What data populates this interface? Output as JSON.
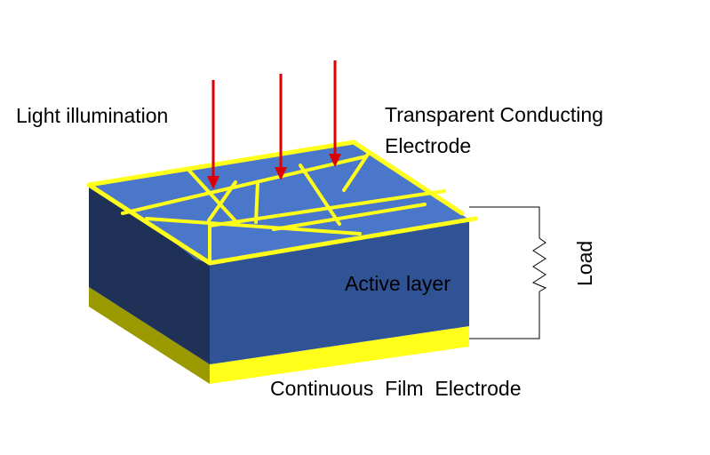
{
  "labels": {
    "light": "Light illumination",
    "tce_line1": "Transparent Conducting",
    "tce_line2": "Electrode",
    "active": "Active layer",
    "bottom": "Continuous  Film  Electrode",
    "load": "Load"
  },
  "colors": {
    "background": "#ffffff",
    "top_face": "#4a77c9",
    "top_face_shade": "#3d63ab",
    "front_face": "#2f5395",
    "left_face": "#1f3157",
    "electrode_front": "#ffff1a",
    "electrode_side": "#9a9a00",
    "nanowire": "#ffff1a",
    "arrow": "#dd0000",
    "circuit": "#000000"
  },
  "icons": {
    "arrows": "light-arrow-icon",
    "resistor": "resistor-icon"
  }
}
